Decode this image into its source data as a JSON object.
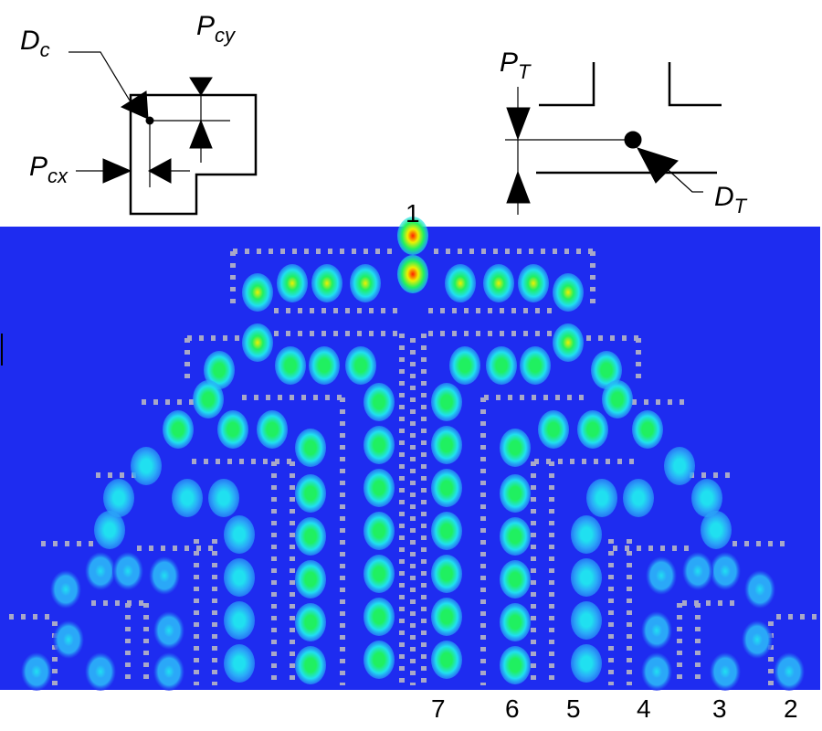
{
  "schematics": {
    "cross": {
      "main": "D",
      "main_sub": "c",
      "py": "P",
      "py_sub": "cy",
      "px": "P",
      "px_sub": "cx"
    },
    "tee": {
      "pt": "P",
      "pt_sub": "T",
      "dt": "D",
      "dt_sub": "T"
    }
  },
  "ports": {
    "p1": "1",
    "p2": "2",
    "p3": "3",
    "p4": "4",
    "p5": "5",
    "p6": "6",
    "p7": "7"
  },
  "colors": {
    "background": "#1e2cf0",
    "hole": "#a8a8c8",
    "hot": "#ff2000",
    "warm": "#f0f000",
    "green": "#20f060",
    "cyan": "#20e0f0",
    "light": "#2aa8f8"
  }
}
